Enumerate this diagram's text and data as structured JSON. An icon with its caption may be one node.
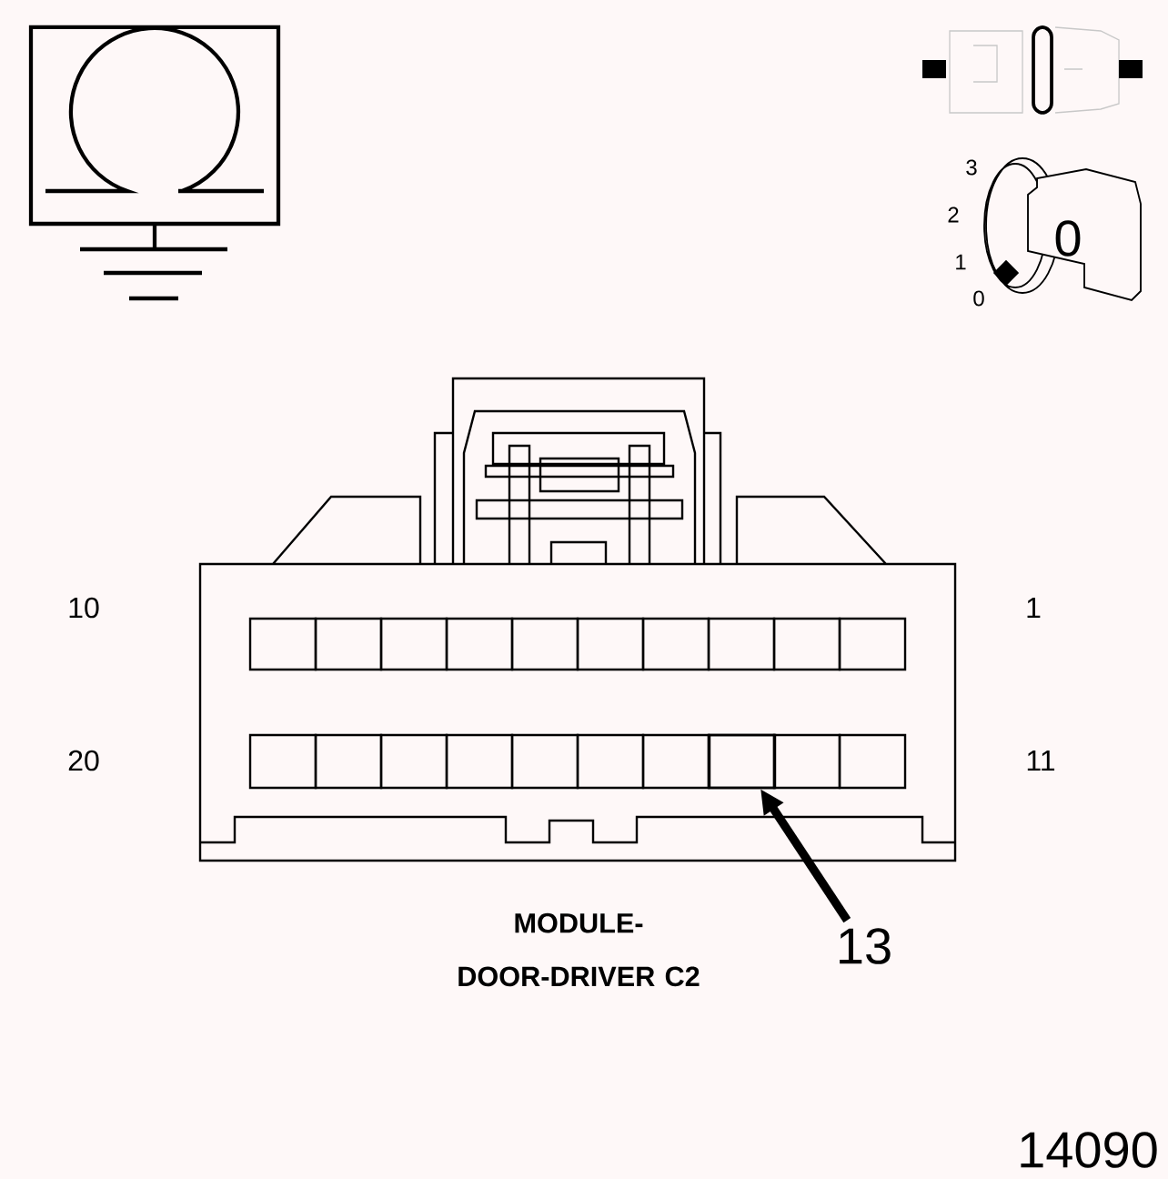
{
  "diagram": {
    "caption": "MODULE- DOOR-DRIVER C2",
    "nodes": [
      {
        "text": [
          "13"
        ]
      },
      {
        "text": [],
        "shape": "box"
      }
    ],
    "edges": [
      {
        "from": 0,
        "to": 1,
        "arrow": "to"
      }
    ],
    "labels": [
      "3",
      "2",
      "1",
      "0",
      "0",
      "10",
      "1",
      "20",
      "11",
      "14090"
    ]
  }
}
